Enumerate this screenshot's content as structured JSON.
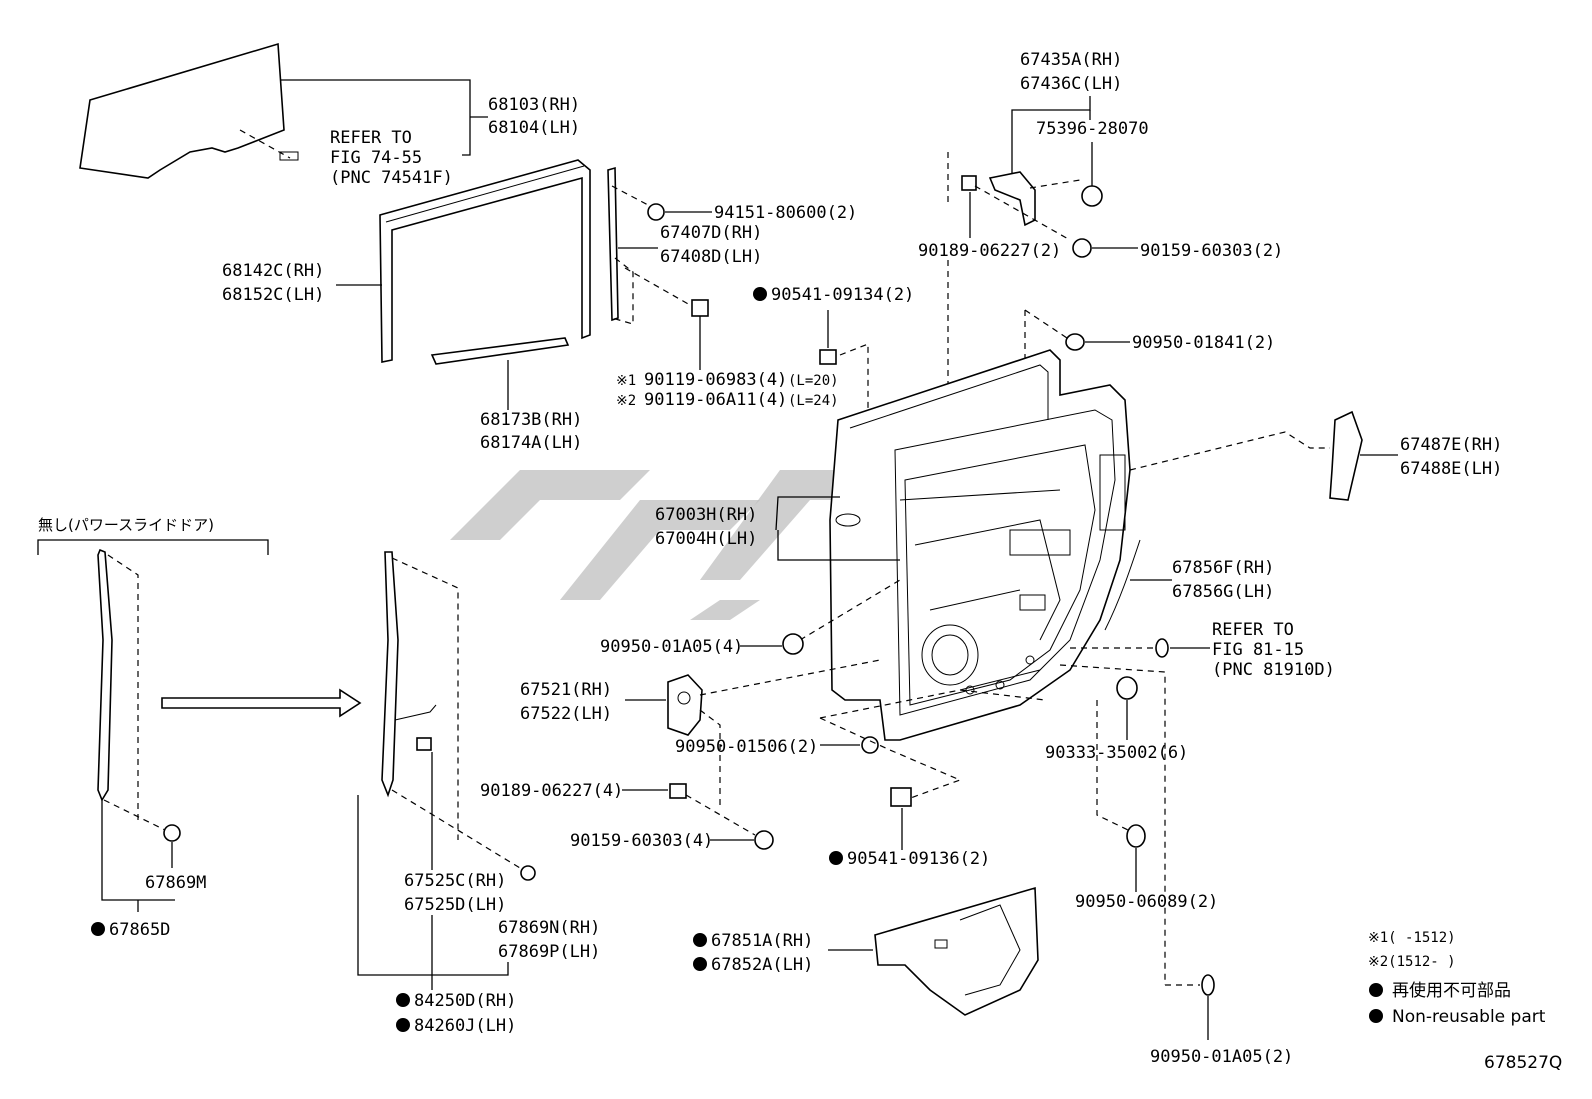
{
  "parts": {
    "p68103": "68103(RH)",
    "p68104": "68104(LH)",
    "refer1_a": "REFER TO",
    "refer1_b": "FIG 74-55",
    "refer1_c": "(PNC 74541F)",
    "p68142c": "68142C(RH)",
    "p68152c": "68152C(LH)",
    "p94151": "94151-80600(2)",
    "p67407d": "67407D(RH)",
    "p67408d": "67408D(LH)",
    "p90541a": "90541-09134(2)",
    "p90119a": "90119-06983(4)",
    "p90119a_note": "(L=20)",
    "mark1": "※1",
    "p90119b": "90119-06A11(4)",
    "p90119b_note": "(L=24)",
    "mark2": "※2",
    "p68173b": "68173B(RH)",
    "p68174a": "68174A(LH)",
    "p67435a": "67435A(RH)",
    "p67436c": "67436C(LH)",
    "p75396": "75396-28070",
    "p90189a": "90189-06227(2)",
    "p90159a": "90159-60303(2)",
    "p90950a": "90950-01841(2)",
    "p67487e": "67487E(RH)",
    "p67488e": "67488E(LH)",
    "p67003h": "67003H(RH)",
    "p67004h": "67004H(LH)",
    "p67856f": "67856F(RH)",
    "p67856g": "67856G(LH)",
    "refer2_a": "REFER TO",
    "refer2_b": "FIG 81-15",
    "refer2_c": "(PNC 81910D)",
    "p90950b": "90950-01A05(4)",
    "p67521": "67521(RH)",
    "p67522": "67522(LH)",
    "p90950c": "90950-01506(2)",
    "p90333": "90333-35002(6)",
    "p90189b": "90189-06227(4)",
    "p90159b": "90159-60303(4)",
    "p90541b": "90541-09136(2)",
    "p90950d": "90950-06089(2)",
    "p67851a": "67851A(RH)",
    "p67852a": "67852A(LH)",
    "p90950e": "90950-01A05(2)",
    "jp_note": "無し(パワースライドドア)",
    "p67869m": "67869M",
    "p67865d": "67865D",
    "p67525c": "67525C(RH)",
    "p67525d": "67525D(LH)",
    "p67869n": "67869N(RH)",
    "p67869p": "67869P(LH)",
    "p84250d": "84250D(RH)",
    "p84260j": "84260J(LH)"
  },
  "legend": {
    "note1": "※1(     -1512)",
    "note2": "※2(1512-     )",
    "nonreusable_jp": "再使用不可部品",
    "nonreusable_en": "Non-reusable part"
  },
  "figure_id": "678527Q",
  "icons": {
    "filled_circle": "non-reusable-marker-icon"
  }
}
